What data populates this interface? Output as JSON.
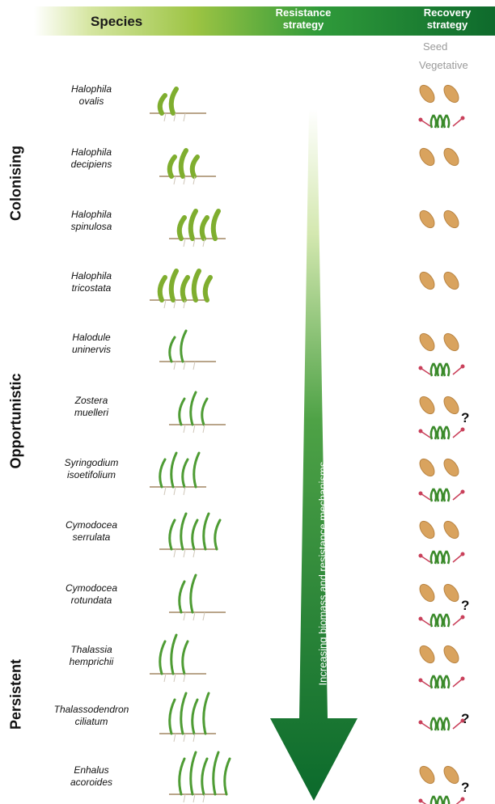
{
  "header": {
    "species": "Species",
    "resistance": "Resistance strategy",
    "recovery": "Recovery strategy"
  },
  "legend": {
    "seed": "Seed",
    "vegetative": "Vegetative"
  },
  "categories": [
    "Colonising",
    "Opportunistic",
    "Persistent"
  ],
  "arrow_label": "Increasing biomass and resistance mechanisms",
  "species": [
    {
      "genus": "Halophila",
      "epithet": "ovalis",
      "seed": true,
      "vegetative": true,
      "question": false
    },
    {
      "genus": "Halophila",
      "epithet": "decipiens",
      "seed": true,
      "vegetative": false,
      "question": false
    },
    {
      "genus": "Halophila",
      "epithet": "spinulosa",
      "seed": true,
      "vegetative": false,
      "question": false
    },
    {
      "genus": "Halophila",
      "epithet": "tricostata",
      "seed": true,
      "vegetative": false,
      "question": false
    },
    {
      "genus": "Halodule",
      "epithet": "uninervis",
      "seed": true,
      "vegetative": true,
      "question": false
    },
    {
      "genus": "Zostera",
      "epithet": "muelleri",
      "seed": true,
      "vegetative": true,
      "question": true
    },
    {
      "genus": "Syringodium",
      "epithet": "isoetifolium",
      "seed": true,
      "vegetative": true,
      "question": false
    },
    {
      "genus": "Cymodocea",
      "epithet": "serrulata",
      "seed": true,
      "vegetative": true,
      "question": false
    },
    {
      "genus": "Cymodocea",
      "epithet": "rotundata",
      "seed": true,
      "vegetative": true,
      "question": true
    },
    {
      "genus": "Thalassia",
      "epithet": "hemprichii",
      "seed": true,
      "vegetative": true,
      "question": false
    },
    {
      "genus": "Thalassodendron",
      "epithet": "ciliatum",
      "seed": false,
      "vegetative": true,
      "question": true
    },
    {
      "genus": "Enhalus",
      "epithet": "acoroides",
      "seed": true,
      "vegetative": true,
      "question": true
    }
  ],
  "question_mark": "?",
  "colors": {
    "header_dark": "#0e6a2c",
    "arrow_top": "#ffffff",
    "arrow_bottom": "#0b6a2c",
    "seed": "#d9a35e",
    "shoot": "#3a8a2a"
  },
  "icons": [
    "seed-icon",
    "vegetative-shoot-icon",
    "seagrass-illustration"
  ]
}
